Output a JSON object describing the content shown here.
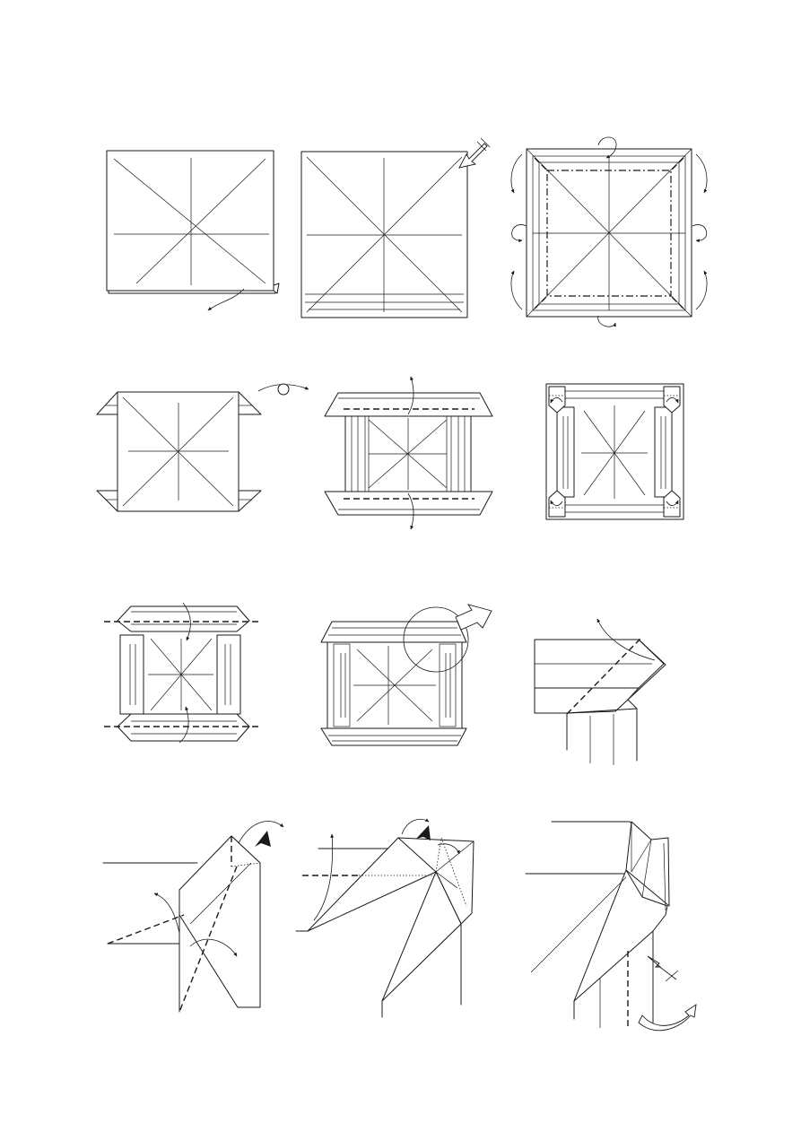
{
  "diagram": {
    "kind": "origami-instructions",
    "step_count": 12,
    "steps": [
      {
        "row": 1,
        "col": 1,
        "icons": [
          "fold-down-arrow-icon"
        ]
      },
      {
        "row": 1,
        "col": 2,
        "icons": [
          "repeat-arrow-icon"
        ]
      },
      {
        "row": 1,
        "col": 3,
        "icons": [
          "unfold-arrow-icon"
        ]
      },
      {
        "row": 2,
        "col": 1,
        "icons": [
          "turn-over-icon"
        ]
      },
      {
        "row": 2,
        "col": 2,
        "icons": [
          "fold-arrow-icon"
        ]
      },
      {
        "row": 2,
        "col": 3,
        "icons": [
          "squash-icon"
        ]
      },
      {
        "row": 3,
        "col": 1,
        "icons": [
          "fold-arrow-icon"
        ]
      },
      {
        "row": 3,
        "col": 2,
        "icons": [
          "zoom-circle-icon",
          "hollow-arrow-icon"
        ]
      },
      {
        "row": 3,
        "col": 3,
        "icons": [
          "fold-arrow-icon"
        ]
      },
      {
        "row": 4,
        "col": 1,
        "icons": [
          "push-arrow-icon",
          "fold-arrow-icon"
        ]
      },
      {
        "row": 4,
        "col": 2,
        "icons": [
          "push-arrow-icon",
          "fold-arrow-icon"
        ]
      },
      {
        "row": 4,
        "col": 3,
        "icons": [
          "hollow-arrow-icon",
          "push-arrow-icon"
        ]
      }
    ]
  }
}
